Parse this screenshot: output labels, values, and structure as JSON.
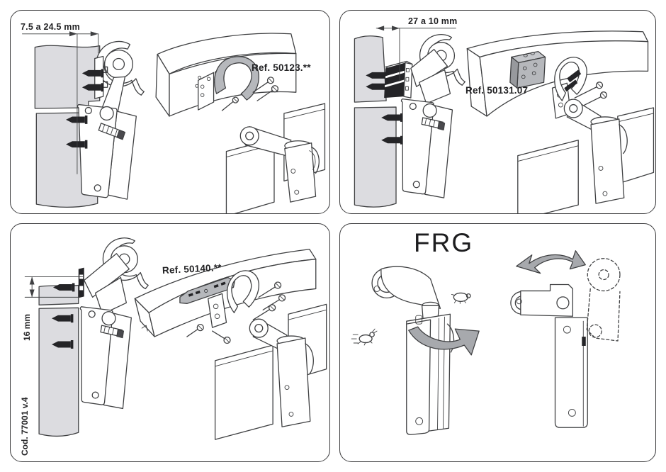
{
  "sheet": {
    "kind": "hardware installation diagram",
    "colors": {
      "background": "#ffffff",
      "line": "#3f4042",
      "door_panel_fill": "#dcdce0",
      "metal_part_fill": "#b6b8bc",
      "arrow_fill": "#a7a9ad",
      "screw_fill": "#242427"
    }
  },
  "panels": {
    "top_left": {
      "dimension_label": "7.5 a 24.5 mm",
      "ref_label": "Ref. 50123.**"
    },
    "top_right": {
      "dimension_label": "27 a 10 mm",
      "ref_label": "Ref. 50131.07"
    },
    "bottom_left": {
      "dimension_label": "16 mm",
      "ref_label": "Ref. 50140.**",
      "code_label": "Cod. 77001 v.4"
    },
    "bottom_right": {
      "title": "FRG",
      "icons": [
        "rotation-arrow-icon",
        "hare-icon",
        "turtle-icon",
        "swing-arrow-icon"
      ]
    }
  }
}
